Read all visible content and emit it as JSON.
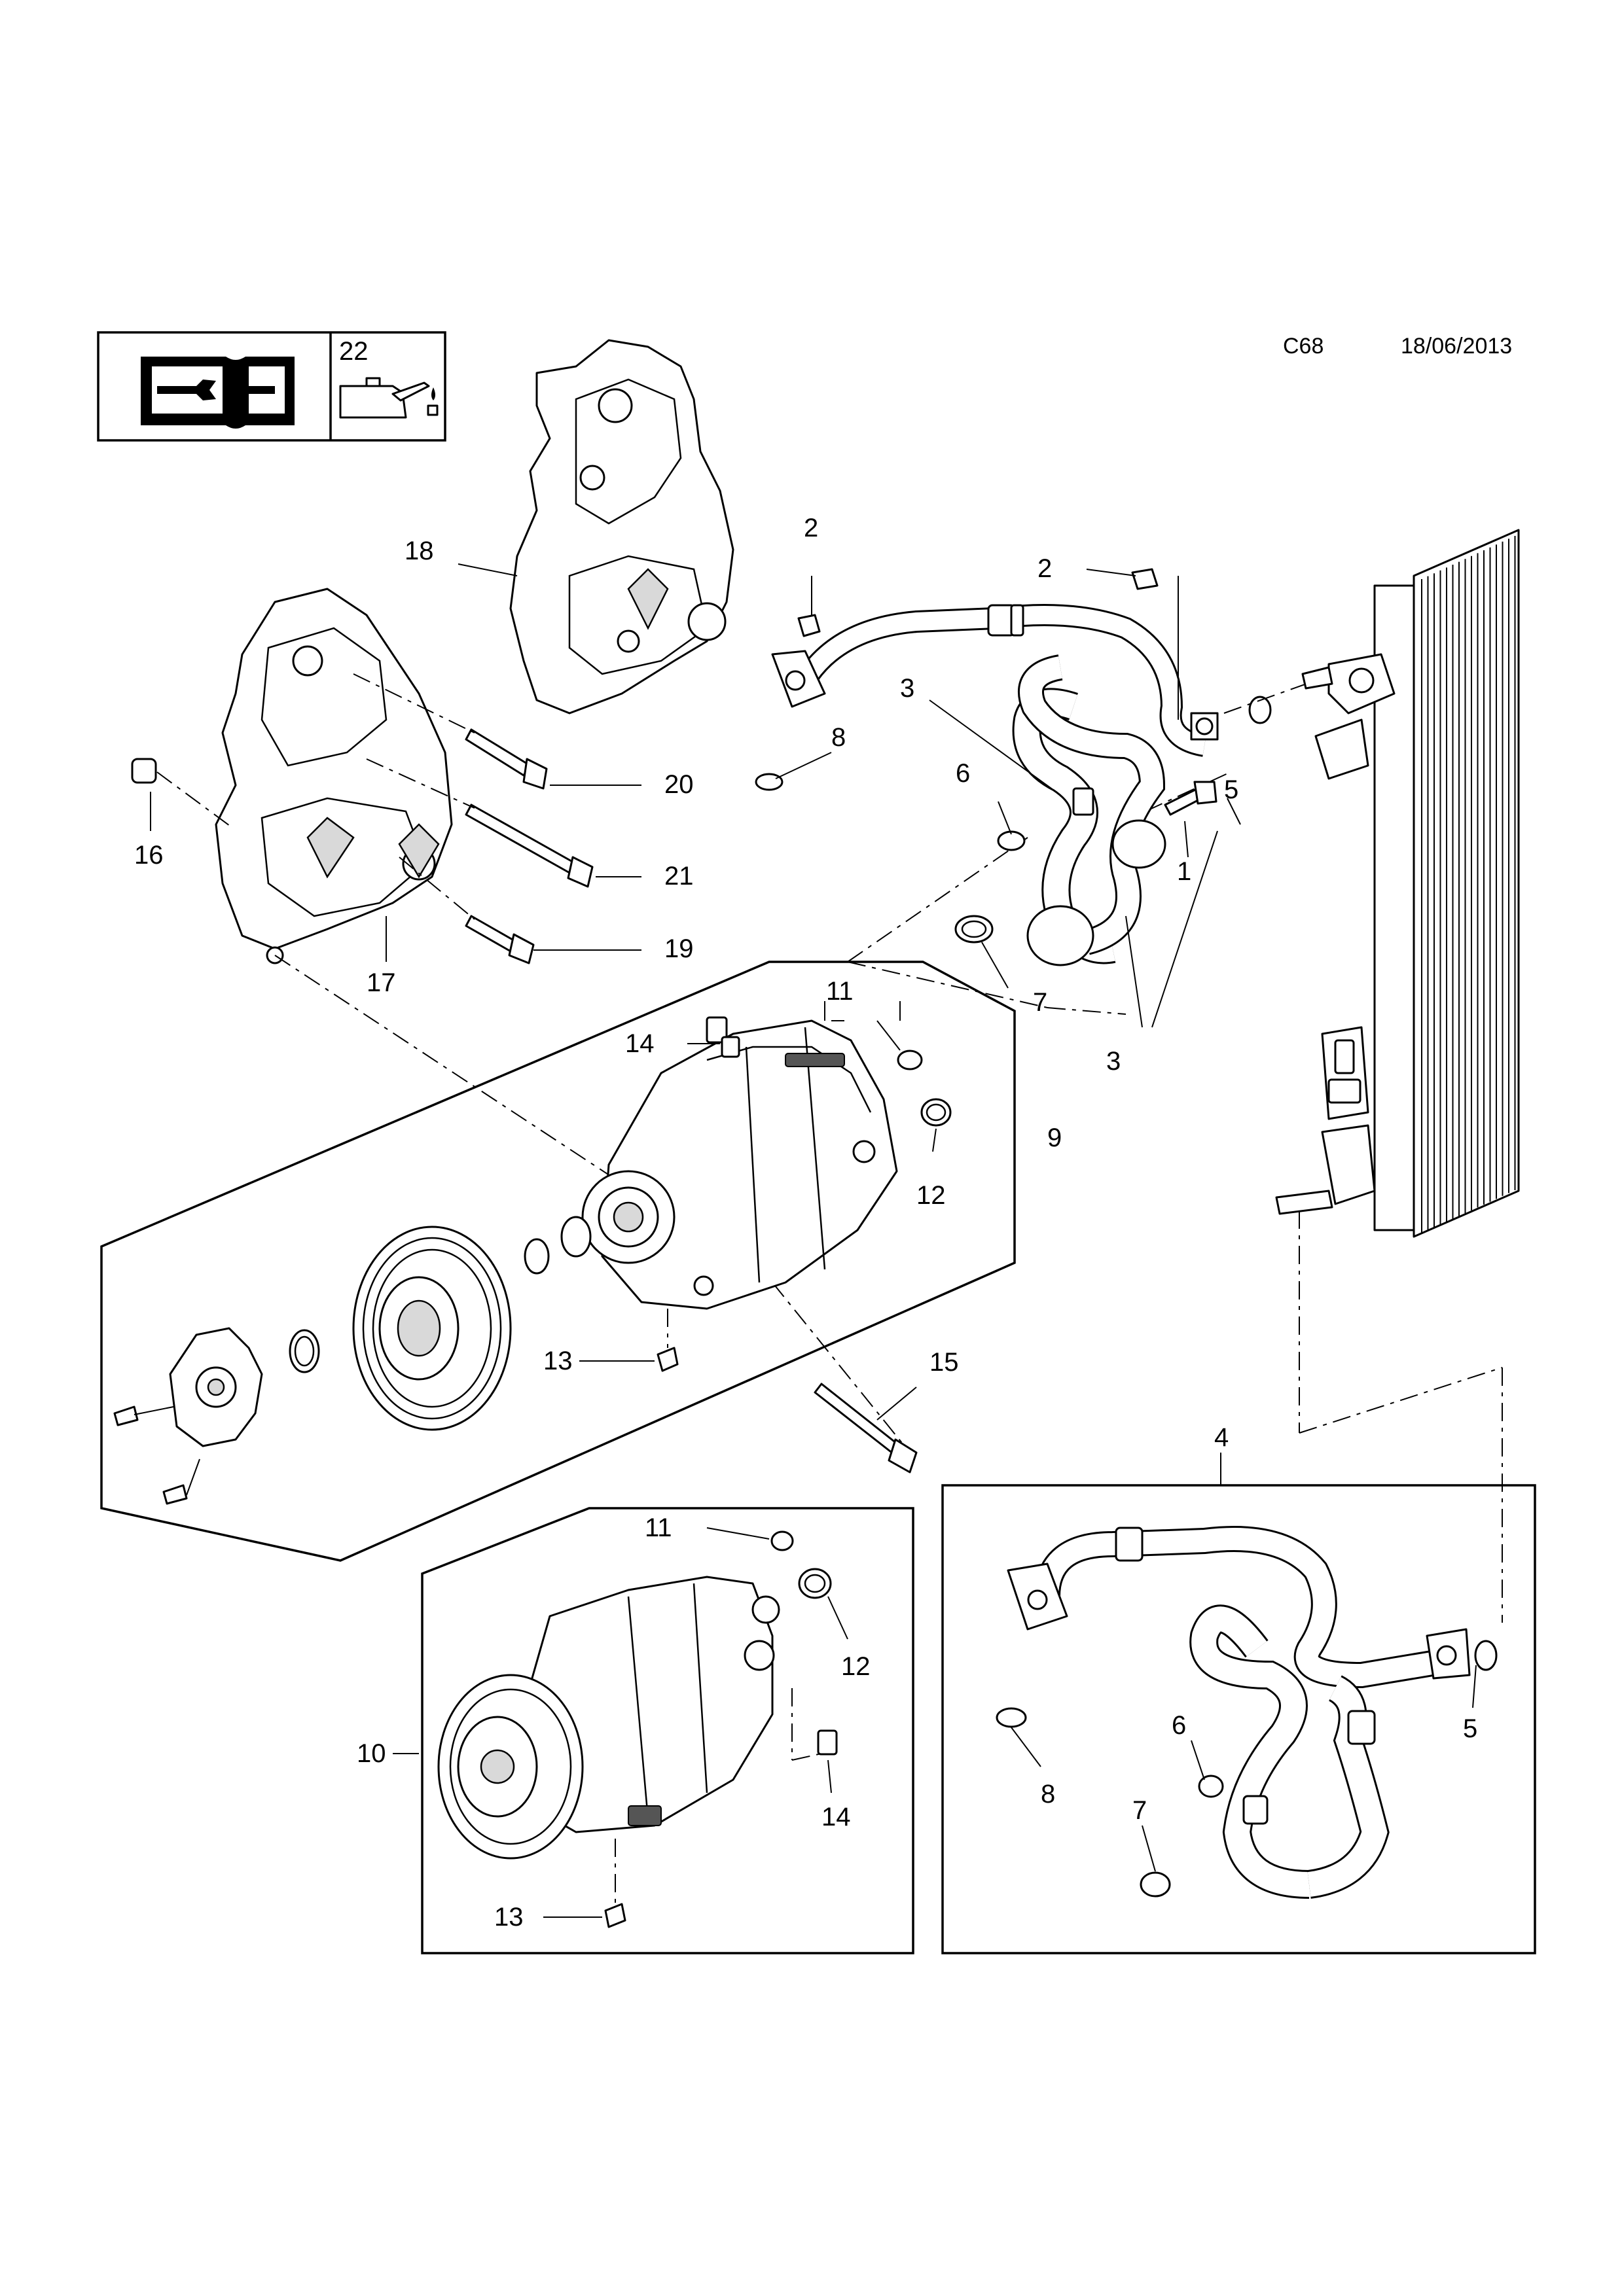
{
  "header": {
    "page_code": "C68",
    "date": "18/06/2013"
  },
  "legend_box": {
    "manual_icon": "service-manual-icon",
    "oil_number": "22",
    "oil_icon": "oil-can-icon"
  },
  "callouts": [
    {
      "id": "c18",
      "text": "18"
    },
    {
      "id": "c16",
      "text": "16"
    },
    {
      "id": "c17",
      "text": "17"
    },
    {
      "id": "c20",
      "text": "20"
    },
    {
      "id": "c21",
      "text": "21"
    },
    {
      "id": "c19",
      "text": "19"
    },
    {
      "id": "c2a",
      "text": "2"
    },
    {
      "id": "c2b",
      "text": "2"
    },
    {
      "id": "c8a",
      "text": "8"
    },
    {
      "id": "c3a",
      "text": "3"
    },
    {
      "id": "c6a",
      "text": "6"
    },
    {
      "id": "c5a",
      "text": "5"
    },
    {
      "id": "c1",
      "text": "1"
    },
    {
      "id": "c7a",
      "text": "7"
    },
    {
      "id": "c3b",
      "text": "3"
    },
    {
      "id": "c11a",
      "text": "11"
    },
    {
      "id": "c14a",
      "text": "14"
    },
    {
      "id": "c9",
      "text": "9"
    },
    {
      "id": "c12a",
      "text": "12"
    },
    {
      "id": "c13a",
      "text": "13"
    },
    {
      "id": "c15",
      "text": "15"
    },
    {
      "id": "c4",
      "text": "4"
    },
    {
      "id": "c11b",
      "text": "11"
    },
    {
      "id": "c12b",
      "text": "12"
    },
    {
      "id": "c10",
      "text": "10"
    },
    {
      "id": "c14b",
      "text": "14"
    },
    {
      "id": "c13b",
      "text": "13"
    },
    {
      "id": "c8b",
      "text": "8"
    },
    {
      "id": "c6b",
      "text": "6"
    },
    {
      "id": "c5b",
      "text": "5"
    },
    {
      "id": "c7b",
      "text": "7"
    }
  ]
}
